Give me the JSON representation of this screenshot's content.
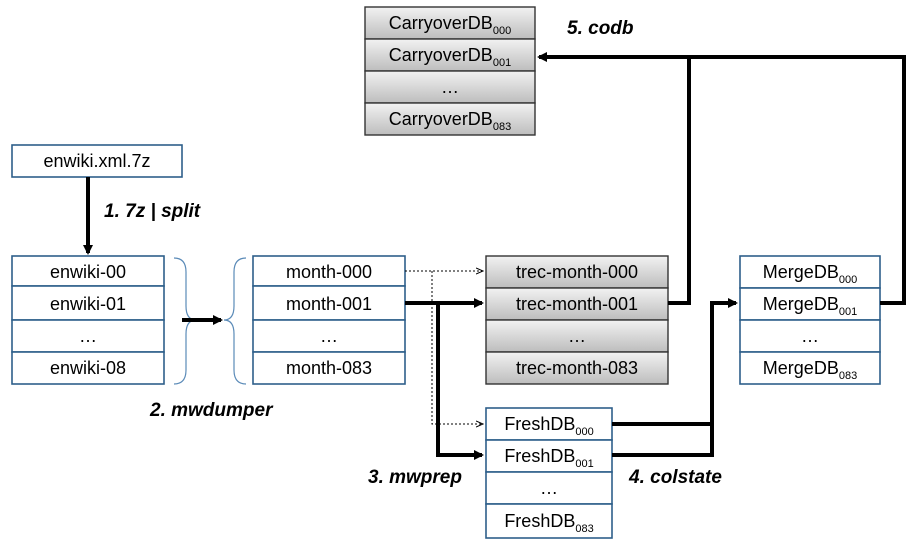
{
  "colors": {
    "box_border_blue": "#2e5f8a",
    "box_border_gray": "#333333",
    "gray_fill_top": "#f2f2f2",
    "gray_fill_bottom": "#bdbdbd",
    "arrow": "#000000",
    "brace": "#5b8bb8"
  },
  "source": {
    "label": "enwiki.xml.7z"
  },
  "enwiki_table": {
    "rows": [
      "enwiki-00",
      "enwiki-01",
      "…",
      "enwiki-08"
    ]
  },
  "month_table": {
    "rows": [
      "month-000",
      "month-001",
      "…",
      "month-083"
    ]
  },
  "trec_table": {
    "rows": [
      "trec-month-000",
      "trec-month-001",
      "…",
      "trec-month-083"
    ]
  },
  "carryover_table": {
    "rows": [
      {
        "base": "CarryoverDB",
        "sub": "000"
      },
      {
        "base": "CarryoverDB",
        "sub": "001"
      },
      {
        "base": "…",
        "sub": ""
      },
      {
        "base": "CarryoverDB",
        "sub": "083"
      }
    ]
  },
  "merge_table": {
    "rows": [
      {
        "base": "MergeDB",
        "sub": "000"
      },
      {
        "base": "MergeDB",
        "sub": "001"
      },
      {
        "base": "…",
        "sub": ""
      },
      {
        "base": "MergeDB",
        "sub": "083"
      }
    ]
  },
  "fresh_table": {
    "rows": [
      {
        "base": "FreshDB",
        "sub": "000"
      },
      {
        "base": "FreshDB",
        "sub": "001"
      },
      {
        "base": "…",
        "sub": ""
      },
      {
        "base": "FreshDB",
        "sub": "083"
      }
    ]
  },
  "steps": {
    "split": "1. 7z | split",
    "mwdumper": "2. mwdumper",
    "mwprep": "3. mwprep",
    "colstate": "4. colstate",
    "codb": "5. codb"
  }
}
